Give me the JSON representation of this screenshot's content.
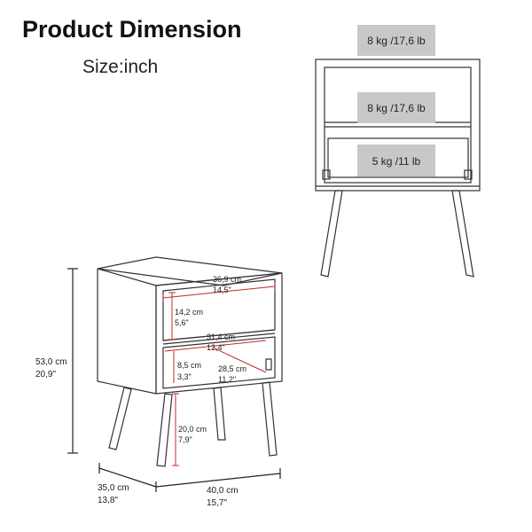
{
  "header": {
    "title": "Product Dimension",
    "subtitle": "Size:inch"
  },
  "load_labels": {
    "top": "8 kg /17,6 lb",
    "shelf": "8 kg /17,6 lb",
    "drawer": "5 kg /11 lb"
  },
  "dimensions": {
    "height": {
      "cm": "53,0 cm",
      "in": "20,9\""
    },
    "depth": {
      "cm": "35,0 cm",
      "in": "13,8\""
    },
    "width": {
      "cm": "40,0 cm",
      "in": "15,7\""
    },
    "inner_width": {
      "cm": "36,9 cm",
      "in": "14,5\""
    },
    "open_height": {
      "cm": "14,2 cm",
      "in": "5,6\""
    },
    "drawer_width": {
      "cm": "31,4 cm",
      "in": "12,4\""
    },
    "drawer_height": {
      "cm": "8,5 cm",
      "in": "3,3\""
    },
    "drawer_depth": {
      "cm": "28,5 cm",
      "in": "11,2\""
    },
    "leg_height": {
      "cm": "20,0 cm",
      "in": "7,9\""
    }
  },
  "colors": {
    "red_dimension": "#c0282d",
    "line": "#333333",
    "load_box": "#c8c8c8"
  }
}
